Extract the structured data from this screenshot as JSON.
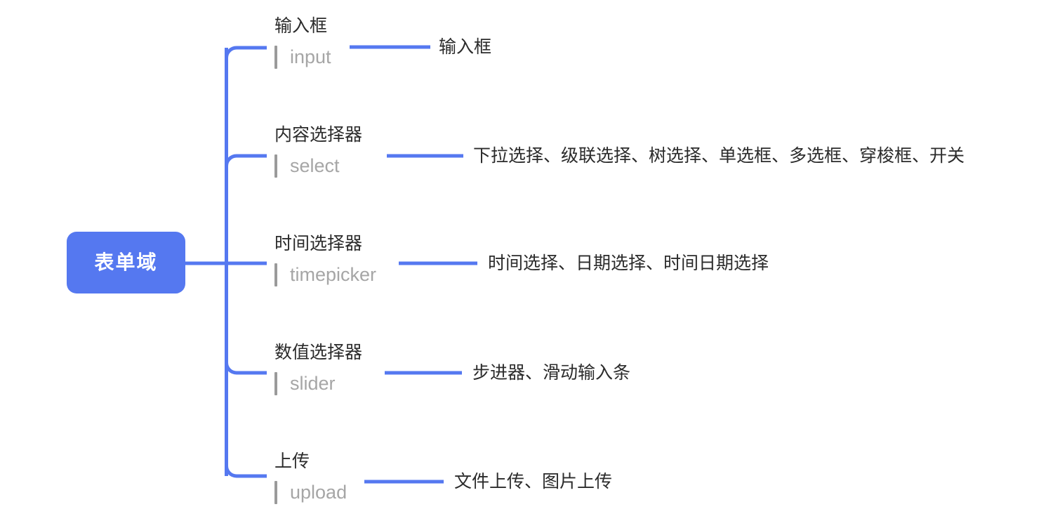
{
  "diagram": {
    "type": "mind-map",
    "title": "表单域",
    "colors": {
      "node_fill": "#5578F0",
      "node_text": "#FFFFFF",
      "connector": "#5578F0",
      "title_text": "#2B2B2B",
      "sub_text": "#A6A6A6",
      "sub_bar": "#9A9A9A",
      "background": "#FFFFFF"
    },
    "root": {
      "label": "表单域"
    },
    "branches": [
      {
        "title": "输入框",
        "code": "input",
        "leaf": "输入框"
      },
      {
        "title": "内容选择器",
        "code": "select",
        "leaf": "下拉选择、级联选择、树选择、单选框、多选框、穿梭框、开关"
      },
      {
        "title": "时间选择器",
        "code": "timepicker",
        "leaf": "时间选择、日期选择、时间日期选择"
      },
      {
        "title": "数值选择器",
        "code": "slider",
        "leaf": "步进器、滑动输入条"
      },
      {
        "title": "上传",
        "code": "upload",
        "leaf": "文件上传、图片上传"
      }
    ]
  }
}
